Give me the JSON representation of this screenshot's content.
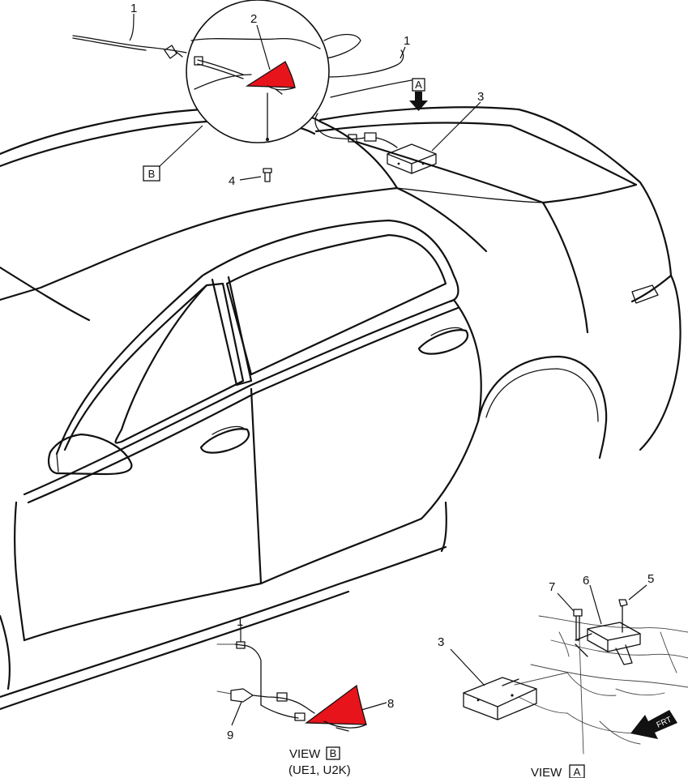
{
  "colors": {
    "line": "#111111",
    "highlight": "#e8141b",
    "background": "#ffffff"
  },
  "callouts": {
    "cable_top_left": "1",
    "antenna_main": "2",
    "cable_top_right": "1",
    "module_main": "3",
    "screw_main": "4",
    "nut_view_a": "5",
    "bracket_view_a": "6",
    "bolt_view_a": "7",
    "module_view_a": "3",
    "cable_view_b": "1",
    "antenna_view_b": "8",
    "connector_view_b": "9"
  },
  "view_refs": {
    "a_marker": "A",
    "b_marker": "B"
  },
  "views": {
    "view_b_word": "VIEW",
    "view_b_letter": "B",
    "view_b_options": "(UE1, U2K)",
    "view_a_word": "VIEW",
    "view_a_letter": "A"
  },
  "frt_label": "FRT"
}
